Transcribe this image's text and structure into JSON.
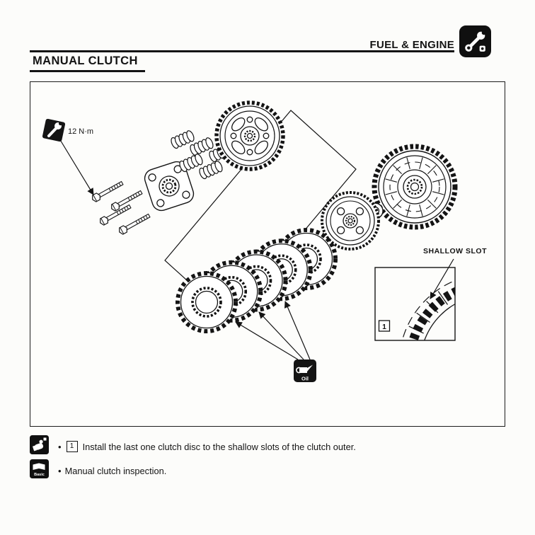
{
  "colors": {
    "ink": "#141414",
    "paper": "#fcfcfa"
  },
  "header": {
    "section_label": "FUEL & ENGINE",
    "page_title": "MANUAL CLUTCH"
  },
  "icons": {
    "chapter": "tools-icon",
    "torque": "wrench-icon",
    "oil": "oil-can-icon",
    "note1": "hand-install-icon",
    "note2": "basic-book-icon"
  },
  "diagram": {
    "torque_label": "12 N·m",
    "shallow_slot_label": "SHALLOW SLOT",
    "inset_ref": "1",
    "oil_icon_label": "Oil"
  },
  "notes": {
    "bullet": "•",
    "items": [
      {
        "ref": "1",
        "text": "Install the last one clutch disc to the shallow slots of the clutch outer."
      },
      {
        "text": "Manual clutch inspection.",
        "icon_label": "Basic"
      }
    ]
  }
}
